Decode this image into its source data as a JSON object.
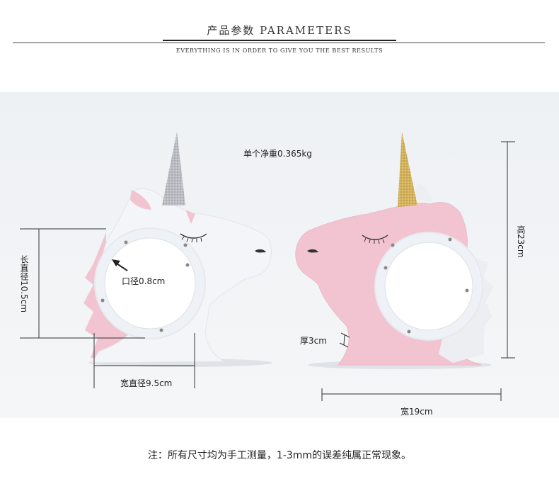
{
  "header": {
    "title": "产品参数 PARAMETERS",
    "subtitle": "EVERYTHING IS IN ORDER TO GIVE YOU THE BEST RESULTS"
  },
  "annotations": {
    "weight": "单个净重0.365kg",
    "opening": "口径0.8cm",
    "inner_length": "长直径10.5cm",
    "inner_width": "宽直径9.5cm",
    "height": "高23cm",
    "thickness": "厚3cm",
    "width": "宽19cm"
  },
  "footer": {
    "note": "注：所有尺寸均为手工测量，1-3mm的误差纯属正常现象。"
  },
  "colors": {
    "pink": "#f2c4d2",
    "white_body": "#f4f5f8",
    "silver_horn": "#b9bcc2",
    "gold_horn": "#d4b45a"
  }
}
